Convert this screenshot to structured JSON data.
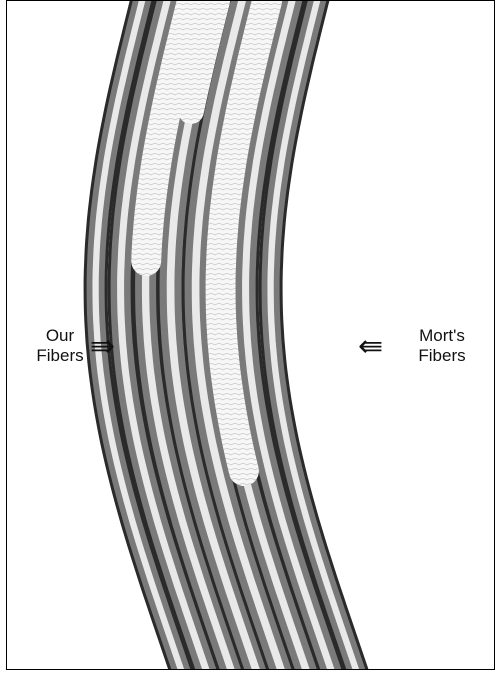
{
  "labels": {
    "our_line1": "Our",
    "our_line2": "Fibers",
    "mort_line1": "Mort's",
    "mort_line2": "Fibers"
  },
  "arrows": {
    "our": "⇛",
    "mort": "⇚"
  },
  "colors": {
    "fiber_dark": "#2a2a2a",
    "fiber_mid": "#7a7a7a",
    "fiber_light": "#e9e9e9",
    "background": "#ffffff"
  }
}
